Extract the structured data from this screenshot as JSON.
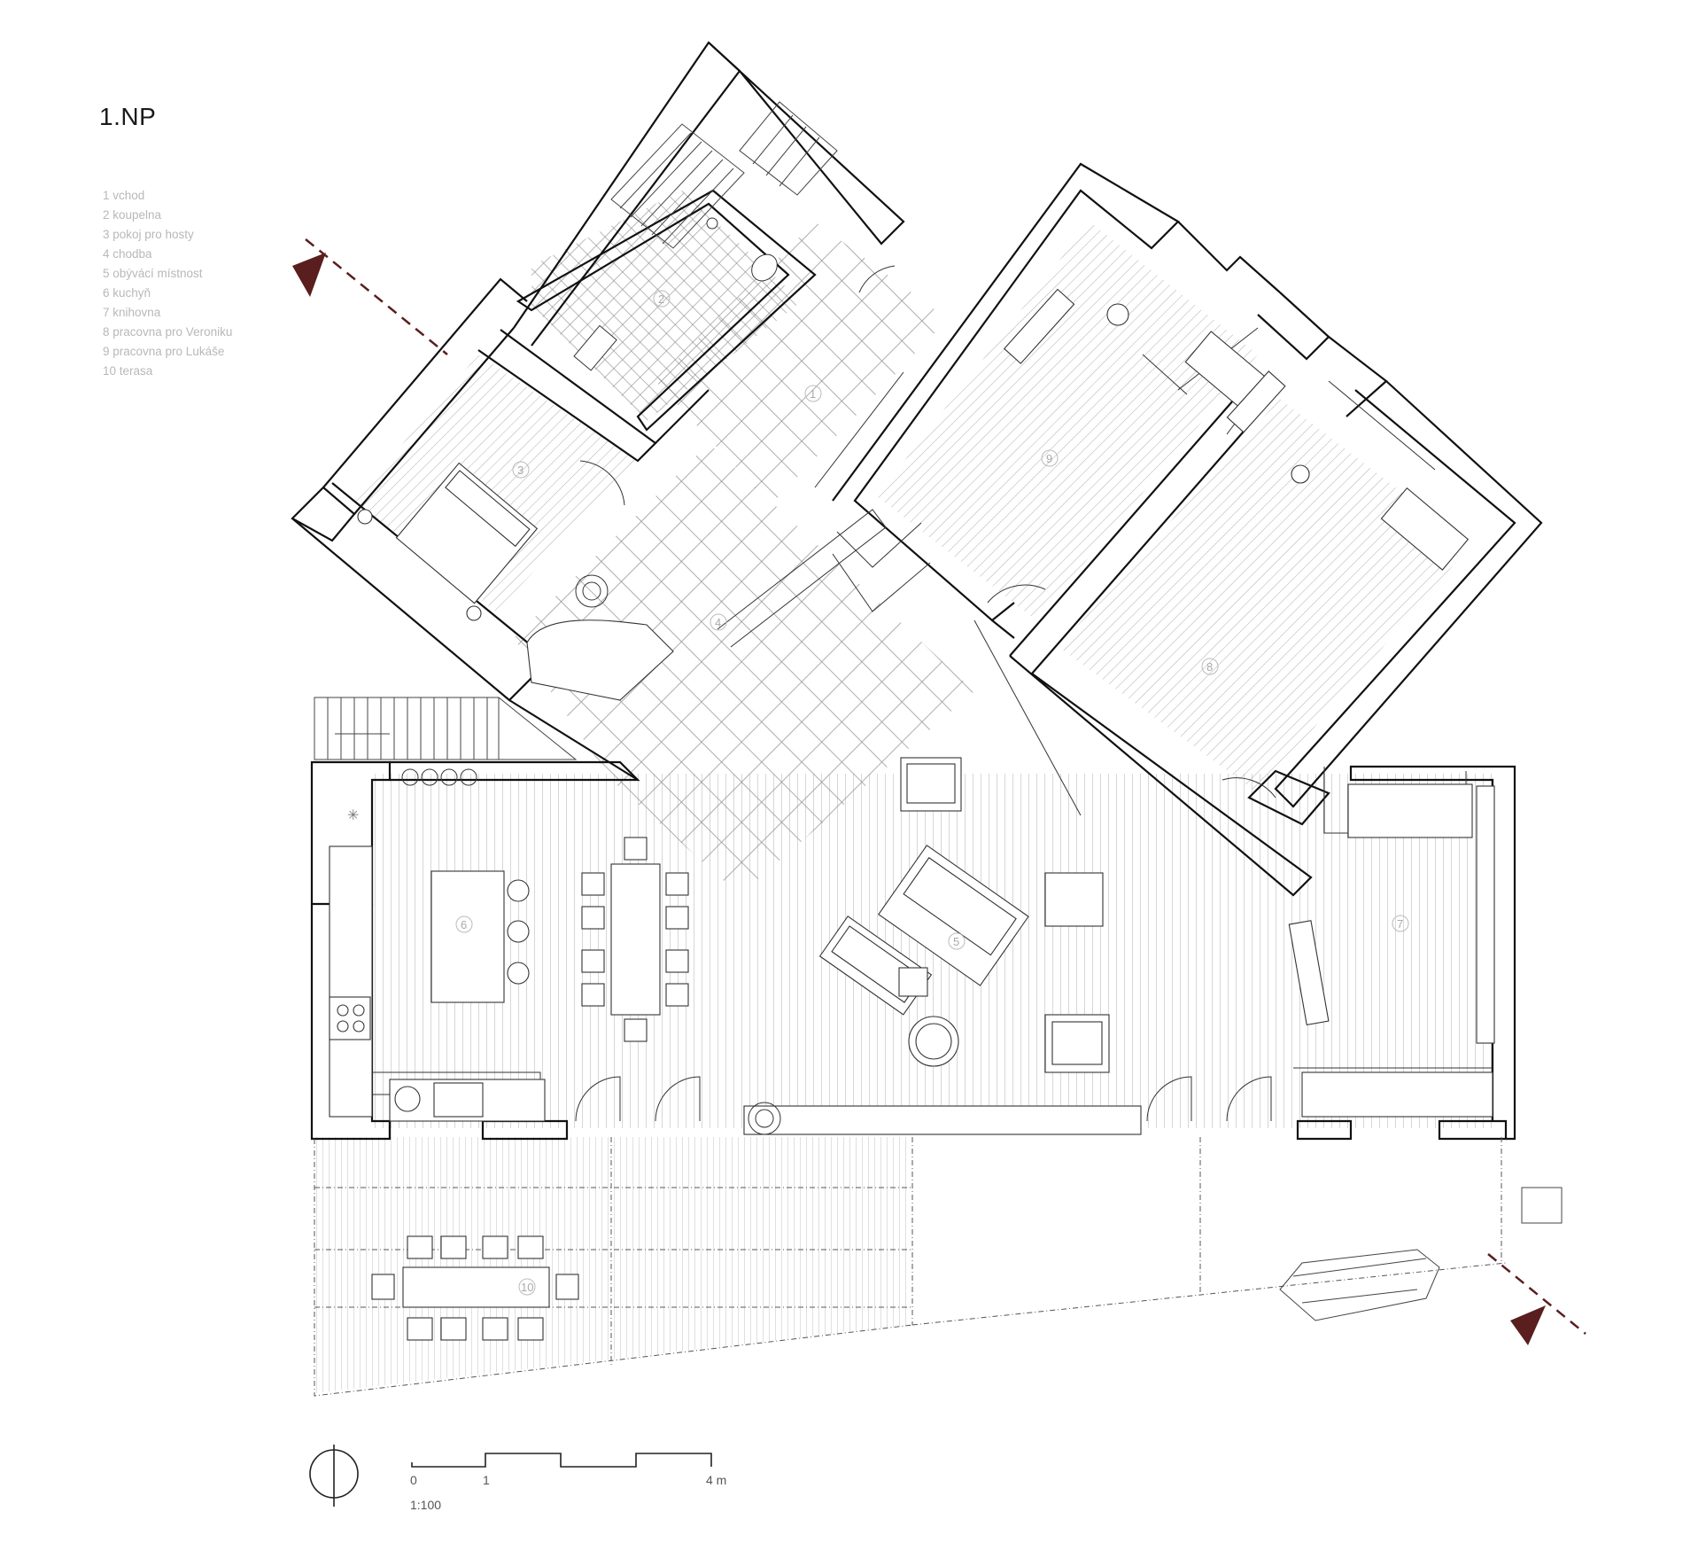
{
  "title": "1.NP",
  "legend": [
    "1 vchod",
    "2 koupelna",
    "3 pokoj pro hosty",
    "4 chodba",
    "5 obývácí místnost",
    "6 kuchyň",
    "7 knihovna",
    "8 pracovna pro Veroniku",
    "9 pracovna pro Lukáše",
    "10 terasa"
  ],
  "room_numbers": [
    "1",
    "2",
    "3",
    "4",
    "5",
    "6",
    "7",
    "8",
    "9",
    "10"
  ],
  "scale_bar": {
    "ticks": [
      "0",
      "1",
      "4 m"
    ],
    "ratio": "1:100"
  },
  "colors": {
    "wall": "#111111",
    "line": "#555555",
    "section_marker": "#5a1e1e"
  },
  "icons": [
    "north-arrow-icon",
    "section-marker-icon"
  ]
}
